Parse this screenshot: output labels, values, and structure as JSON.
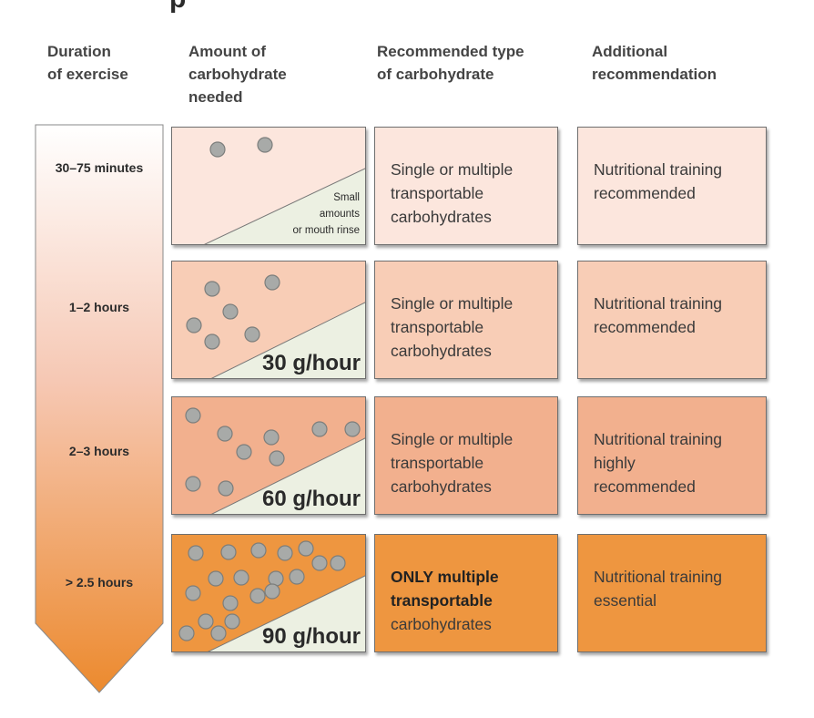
{
  "header_fragment": "p",
  "columns": {
    "duration": [
      "Duration",
      "of exercise"
    ],
    "amount": [
      "Amount of",
      "carbohydrate",
      "needed"
    ],
    "type": [
      "Recommended type",
      "of carbohydrate"
    ],
    "additional": [
      "Additional",
      "recommendation"
    ]
  },
  "rows": [
    {
      "duration": "30–75 minutes",
      "amount_lines": [
        "Small",
        "amounts",
        "or mouth rinse"
      ],
      "type_lines": [
        "Single or multiple",
        "transportable",
        "carbohydrates"
      ],
      "type_bold_lines": 0,
      "additional_lines": [
        "Nutritional training",
        "recommended"
      ],
      "background": "#fce6dd",
      "dot_count": 2
    },
    {
      "duration": "1–2 hours",
      "amount": "30 g/hour",
      "type_lines": [
        "Single or multiple",
        "transportable",
        "carbohydrates"
      ],
      "type_bold_lines": 0,
      "additional_lines": [
        "Nutritional training",
        "recommended"
      ],
      "background": "#f8cdb6",
      "dot_count": 6
    },
    {
      "duration": "2–3 hours",
      "amount": "60 g/hour",
      "type_lines": [
        "Single or multiple",
        "transportable",
        "carbohydrates"
      ],
      "type_bold_lines": 0,
      "additional_lines": [
        "Nutritional training",
        "highly",
        "recommended"
      ],
      "background": "#f2b08e",
      "dot_count": 10
    },
    {
      "duration": "> 2.5 hours",
      "amount": "90 g/hour",
      "type_lines": [
        "ONLY multiple",
        "transportable",
        "carbohydrates"
      ],
      "type_bold_lines": 2,
      "additional_lines": [
        "Nutritional training",
        "essential"
      ],
      "background": "#ee9640",
      "dot_count": 20
    }
  ],
  "colors": {
    "arrow_top": "#ffffff",
    "arrow_mid": "#f6c8b4",
    "arrow_bottom": "#ec8a2e",
    "triangle": "#ecf0e2",
    "dot_fill": "#a8aaa8",
    "dot_stroke": "#7c7e7c"
  }
}
